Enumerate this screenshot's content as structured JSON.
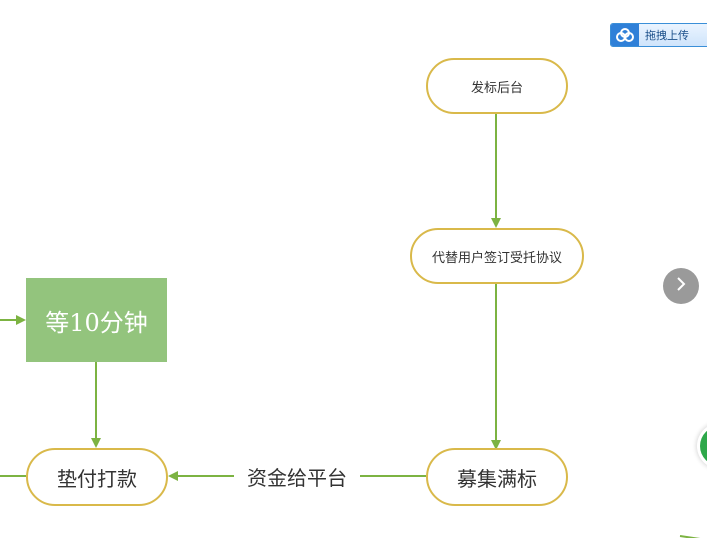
{
  "diagram": {
    "nodes": {
      "publish_backend": "发标后台",
      "sign_agreement": "代替用户签订受托协议",
      "raise_full": "募集满标",
      "advance_payment": "垫付打款",
      "wait": "等10分钟"
    },
    "edge_labels": {
      "funds_to_platform": "资金给平台"
    },
    "colors": {
      "pill_border": "#d9b94a",
      "green_box": "#93c47d",
      "arrow": "#7cb342"
    }
  },
  "ui": {
    "upload_button_label": "拖拽上传",
    "upload_icon": "cloud-icon",
    "next_icon": "chevron-right-icon"
  }
}
